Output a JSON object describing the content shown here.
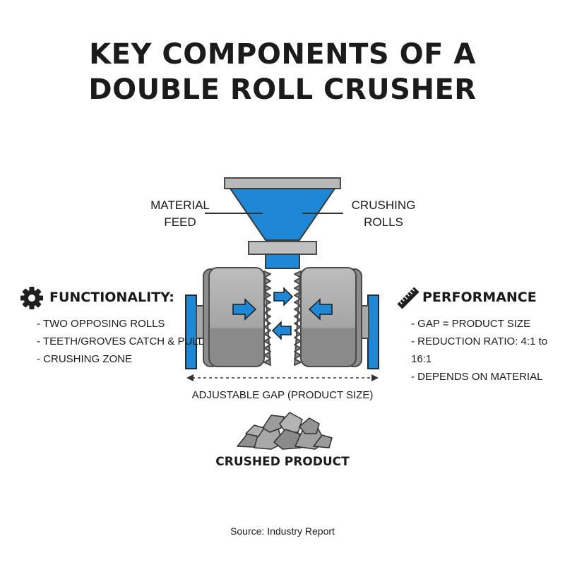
{
  "title": {
    "line1": "KEY COMPONENTS OF A",
    "line2": "DOUBLE ROLL CRUSHER"
  },
  "labels": {
    "material_feed_line1": "MATERIAL",
    "material_feed_line2": "FEED",
    "crushing_rolls_line1": "CRUSHING",
    "crushing_rolls_line2": "ROLLS",
    "gap": "ADJUSTABLE GAP (PRODUCT SIZE)",
    "product": "CRUSHED PRODUCT"
  },
  "functionality": {
    "icon": "gear-icon",
    "heading": "FUNCTIONALITY:",
    "items": [
      "TWO OPPOSING ROLLS",
      "TEETH/GROVES CATCH & PULL",
      "CRUSHING ZONE"
    ]
  },
  "performance": {
    "icon": "ruler-icon",
    "heading": "PERFORMANCE",
    "items": [
      "GAP = PRODUCT SIZE",
      "REDUCTION RATIO: 4:1 to 16:1",
      "DEPENDS ON MATERIAL"
    ]
  },
  "source": "Source: Industry Report",
  "colors": {
    "accent_blue": "#1e88d6",
    "roll_gray": "#9a9a9a",
    "dark_gray": "#4a4a4a",
    "text": "#1a1a1a"
  }
}
